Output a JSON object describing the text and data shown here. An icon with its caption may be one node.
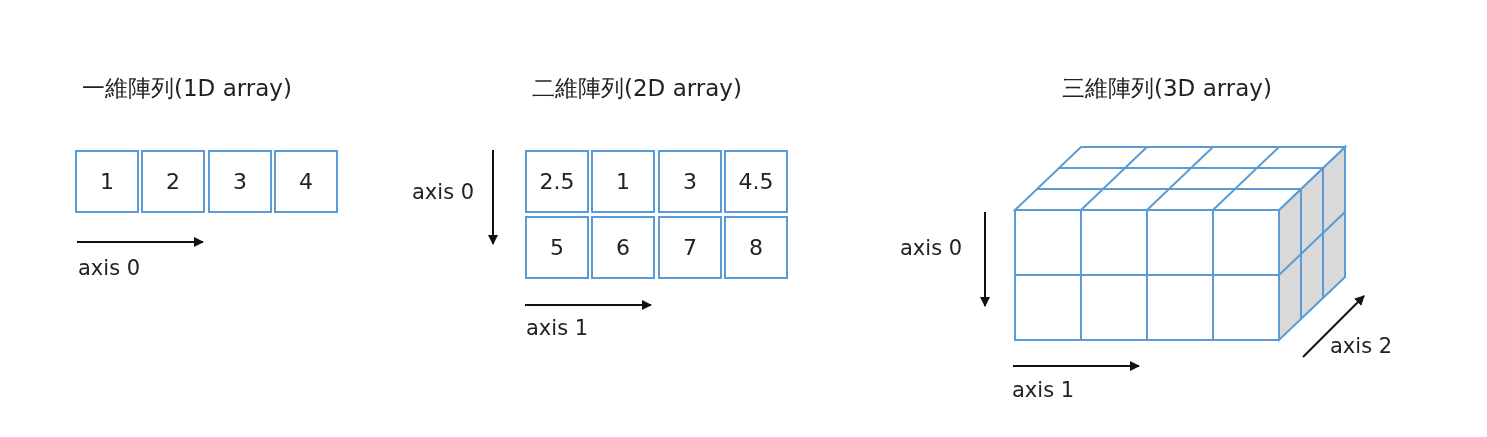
{
  "diagram": {
    "nodes": [
      {
        "text": [
          "1"
        ]
      },
      {
        "text": [
          "2"
        ]
      },
      {
        "text": [
          "3"
        ]
      },
      {
        "text": [
          "4"
        ]
      },
      {
        "text": [
          "2.5"
        ]
      },
      {
        "text": [
          "1"
        ]
      },
      {
        "text": [
          "3"
        ]
      },
      {
        "text": [
          "4.5"
        ]
      },
      {
        "text": [
          "5"
        ]
      },
      {
        "text": [
          "6"
        ]
      },
      {
        "text": [
          "7"
        ]
      },
      {
        "text": [
          "8"
        ]
      }
    ],
    "edges": [],
    "labels": [
      "一維陣列(1D array)",
      "axis 0",
      "二維陣列(2D array)",
      "axis 0",
      "axis 1",
      "三維陣列(3D array)",
      "axis 0",
      "axis 1",
      "axis 2"
    ]
  }
}
